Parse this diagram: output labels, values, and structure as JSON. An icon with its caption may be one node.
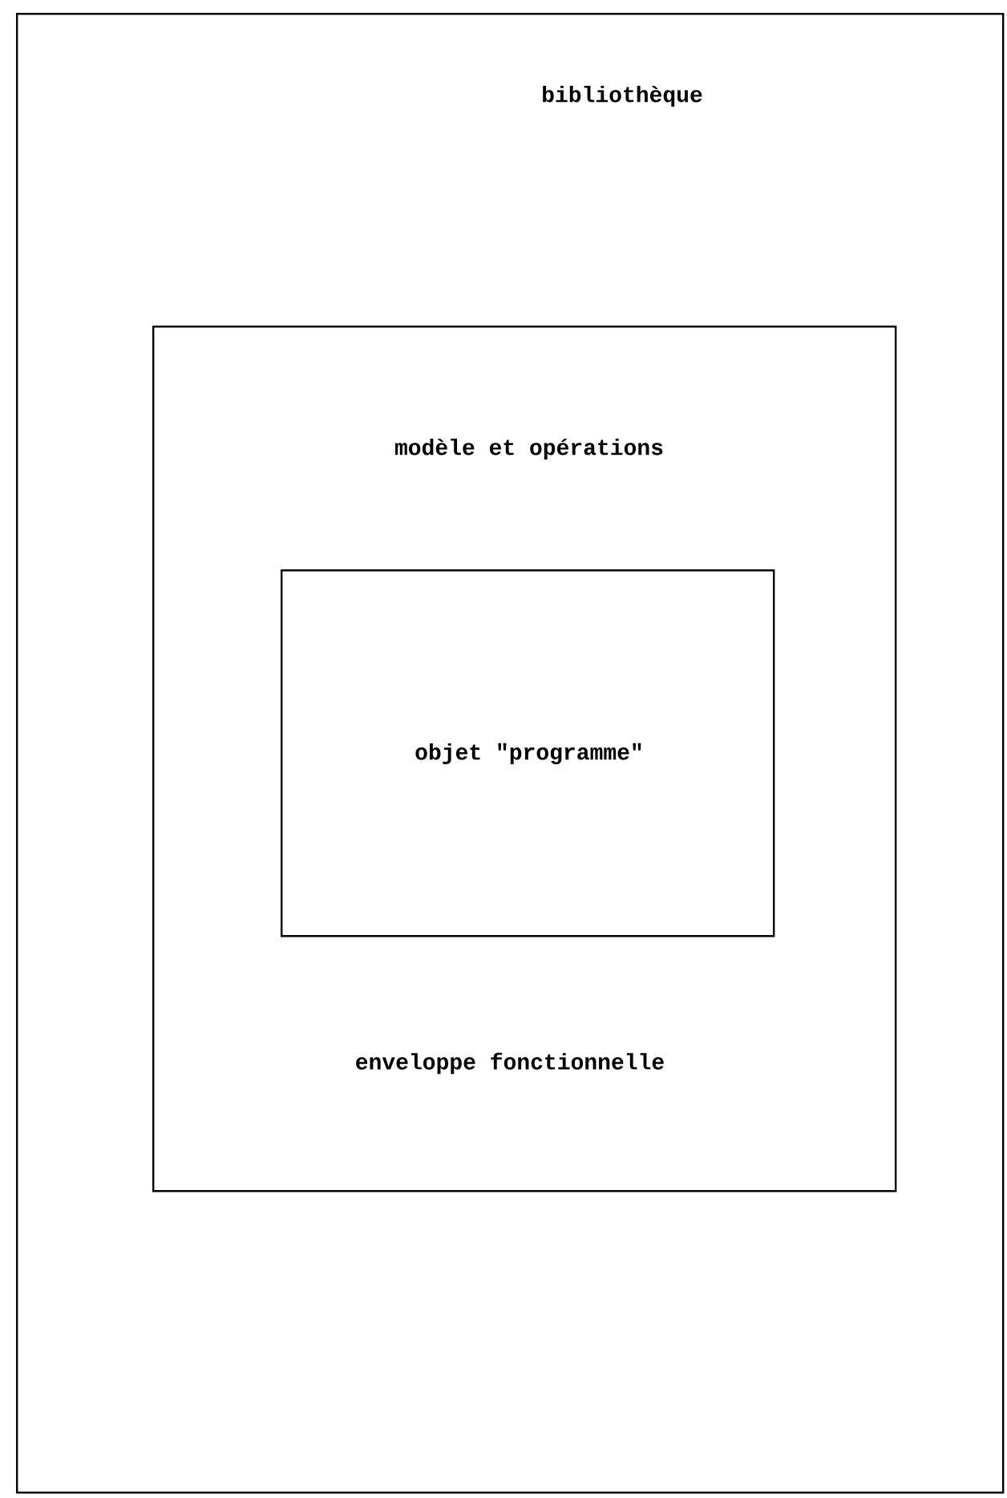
{
  "diagram": {
    "nodes": [
      {
        "text": [
          "bibliothèque"
        ]
      },
      {
        "text": [
          "modèle et opérations",
          "enveloppe fonctionnelle"
        ],
        "in": 0
      },
      {
        "text": [
          "objet \"programme\""
        ],
        "in": 1
      }
    ]
  }
}
